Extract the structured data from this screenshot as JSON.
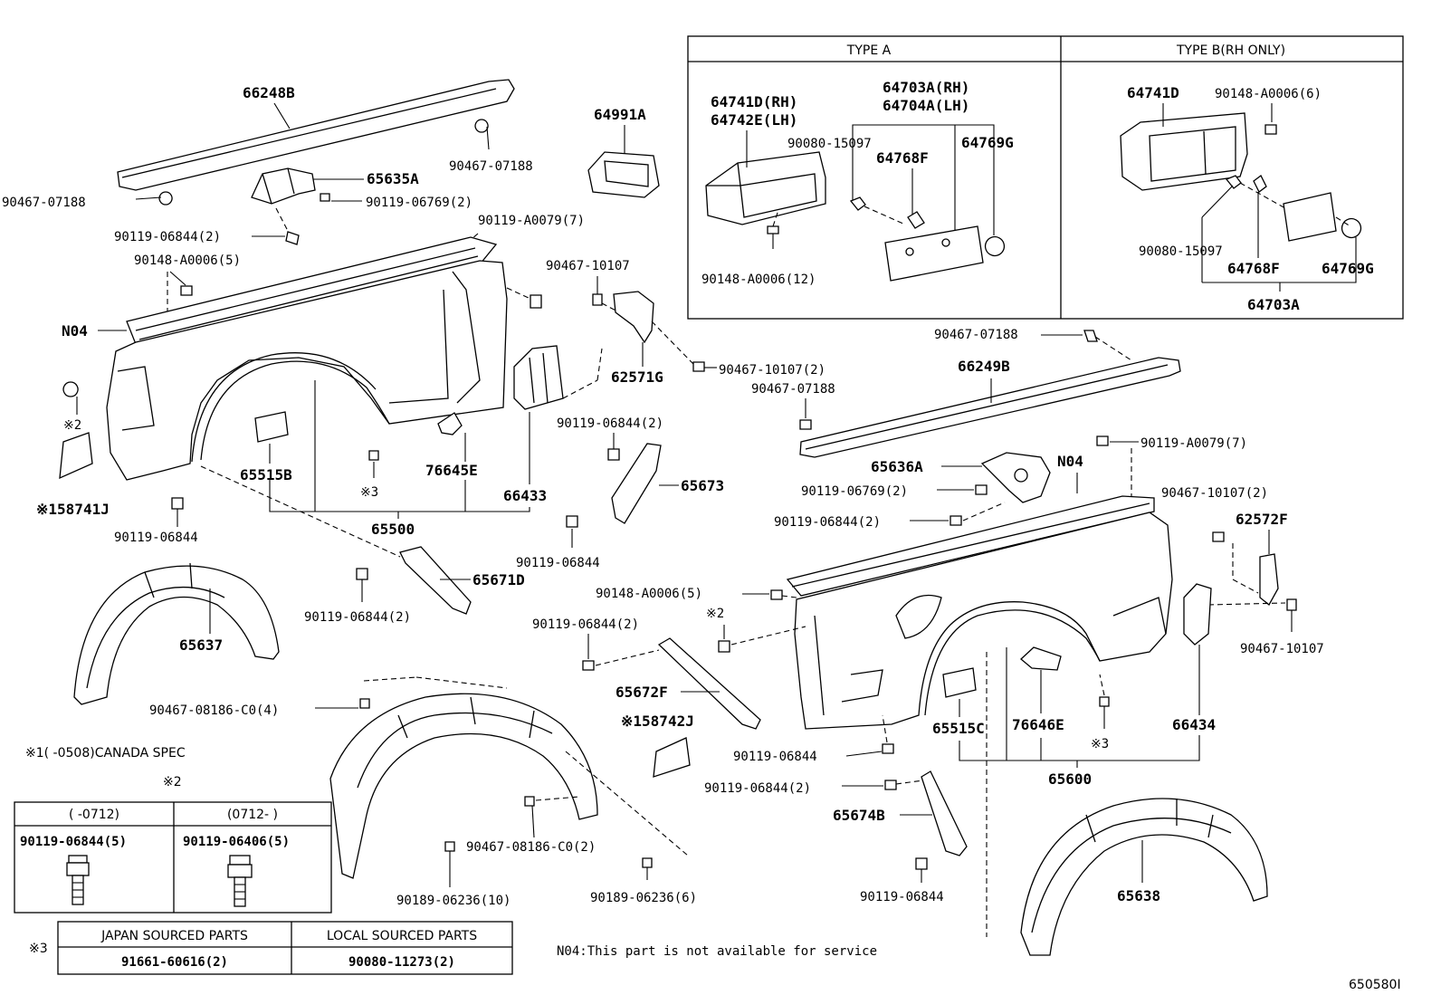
{
  "diagram": {
    "type_table": {
      "type_a_header": "TYPE A",
      "type_b_header": "TYPE B(RH ONLY)",
      "type_a": {
        "bezel_rh": "64741D(RH)",
        "bezel_lh": "64742E(LH)",
        "assy_rh": "64703A(RH)",
        "assy_lh": "64704A(LH)",
        "clip": "90080-15097",
        "cover": "64768F",
        "lid": "64769G",
        "screw": "90148-A0006(12)"
      },
      "type_b": {
        "bezel": "64741D",
        "screw": "90148-A0006(6)",
        "clip": "90080-15097",
        "cover": "64768F",
        "lid": "64769G",
        "assy": "64703A"
      }
    },
    "left_side": {
      "rail_cap": "66248B",
      "rail_clip_front": "90467-07188",
      "rail_clip_rear": "90467-07188",
      "bracket": "65635A",
      "bracket_bolt": "90119-06769(2)",
      "bolt_a": "90119-06844(2)",
      "screw_a": "90148-A0006(5)",
      "bolt_rear": "90119-A0079(7)",
      "not_serviced": "N04",
      "note2": "※2",
      "mudflap": "※158741J",
      "bolt_bottom": "90119-06844",
      "pad": "65515B",
      "note3": "※3",
      "bracket2": "76645E",
      "panel": "66433",
      "panel_assy": "65500",
      "clip_top": "90467-10107",
      "brace": "62571G",
      "brace_clip": "90467-10107(2)",
      "stay_bolt": "90119-06844(2)",
      "stay": "65673",
      "stay_bolt2": "90119-06844",
      "stay2": "65671D",
      "stay2_bolt": "90119-06844(2)",
      "liner": "65637"
    },
    "center": {
      "box": "64991A",
      "clip_a": "90467-08186-C0(4)",
      "clip_b": "90467-08186-C0(2)",
      "clip_c": "90189-06236(10)",
      "clip_d": "90189-06236(6)"
    },
    "right_side": {
      "rail_clip": "90467-07188",
      "rail_cap": "66249B",
      "rail_clip2": "90467-07188",
      "bolt_rear": "90119-A0079(7)",
      "bracket": "65636A",
      "not_serviced": "N04",
      "bracket_bolt": "90119-06769(2)",
      "clip_rear": "90467-10107(2)",
      "bolt_a": "90119-06844(2)",
      "brace": "62572F",
      "screw_a": "90148-A0006(5)",
      "stay_bolt": "90119-06844(2)",
      "note2": "※2",
      "stay": "65672F",
      "clip_bottom": "90467-10107",
      "mudflap": "※158742J",
      "bolt_b": "90119-06844",
      "pad": "65515C",
      "bracket2": "76646E",
      "panel": "66434",
      "note3": "※3",
      "panel_assy": "65600",
      "bolt_c": "90119-06844(2)",
      "stay2": "65674B",
      "bolt_d": "90119-06844",
      "liner": "65638"
    },
    "notes": {
      "note1": "※1(       -0508)CANADA SPEC",
      "note2_mark": "※2",
      "note3_mark": "※3",
      "n04": "N04:This part is not available for service",
      "image_code": "650580I"
    },
    "bolt_table": {
      "col1_header": "(      -0712)",
      "col2_header": "(0712-      )",
      "col1_part": "90119-06844(5)",
      "col2_part": "90119-06406(5)"
    },
    "source_table": {
      "h1": "JAPAN SOURCED PARTS",
      "h2": "LOCAL SOURCED PARTS",
      "v1": "91661-60616(2)",
      "v2": "90080-11273(2)"
    }
  }
}
